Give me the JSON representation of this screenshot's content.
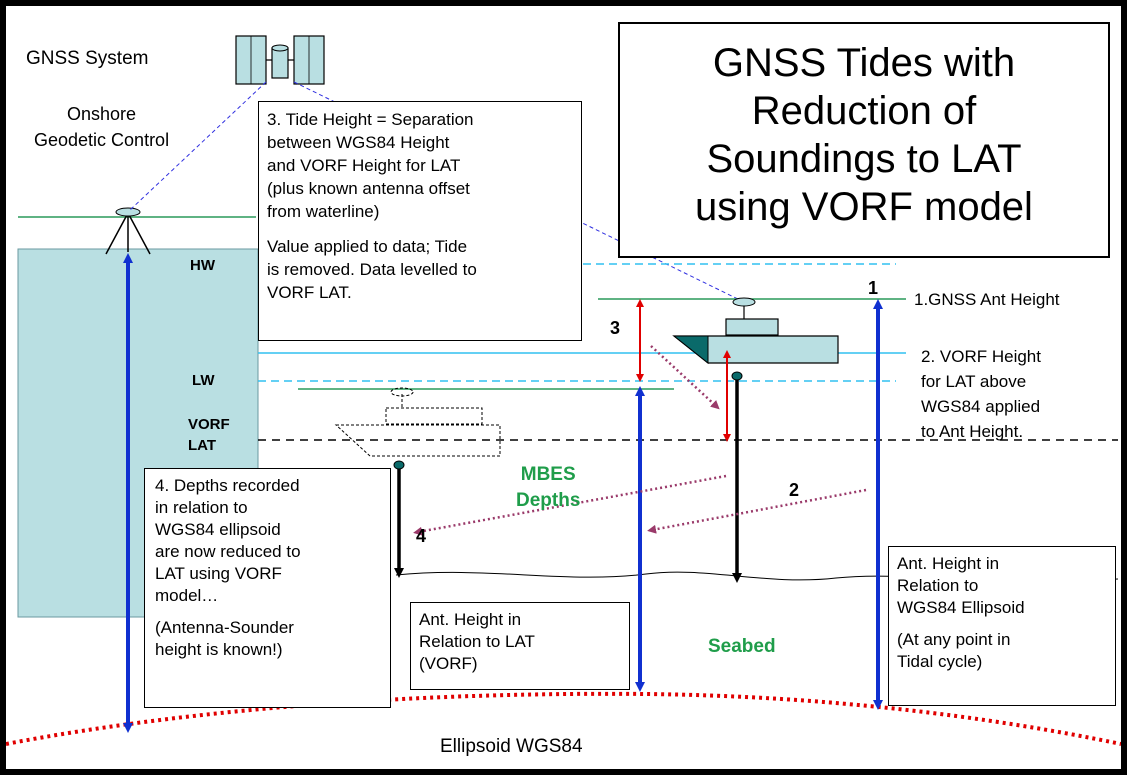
{
  "title": "GNSS Tides with\nReduction of\nSoundings to LAT\nusing VORF model",
  "gnss_system": "GNSS System",
  "onshore_control": "Onshore\nGeodetic Control",
  "levels": {
    "hw": "HW",
    "lw": "LW",
    "vorf_lat": "VORF\nLAT"
  },
  "box3": {
    "p1": "3. Tide Height = Separation\nbetween WGS84 Height\nand VORF Height for LAT\n(plus known antenna offset\nfrom waterline)",
    "p2": "Value applied to data; Tide\nis removed. Data levelled to\nVORF LAT."
  },
  "box4": {
    "p1": "4. Depths recorded\nin relation to\nWGS84 ellipsoid\nare now reduced to\nLAT using VORF\nmodel…",
    "p2": "(Antenna-Sounder\nheight is known!)"
  },
  "box_lat": "Ant. Height in\nRelation to LAT\n(VORF)",
  "box_wgs": {
    "p1": "Ant. Height in\nRelation to\nWGS84 Ellipsoid",
    "p2": "(At any point in\nTidal cycle)"
  },
  "right_labels": {
    "gnss_ant": "1.GNSS Ant Height",
    "vorf_height": "2. VORF Height\nfor LAT above\nWGS84 applied\nto Ant Height."
  },
  "numbers": {
    "n1": "1",
    "n2": "2",
    "n3": "3",
    "n4": "4"
  },
  "mbes": "MBES\nDepths",
  "seabed": "Seabed",
  "ellipsoid": "Ellipsoid WGS84",
  "colors": {
    "blue_arrow": "#1030d0",
    "red_arrow": "#e00000",
    "dotted_purple": "#9a3a6a",
    "shore_fill": "#b9dfe2",
    "water_line": "#30c0f0",
    "green_line": "#2a9a5a",
    "ellipsoid": "#e00000",
    "label_green": "#1f9d4a"
  }
}
